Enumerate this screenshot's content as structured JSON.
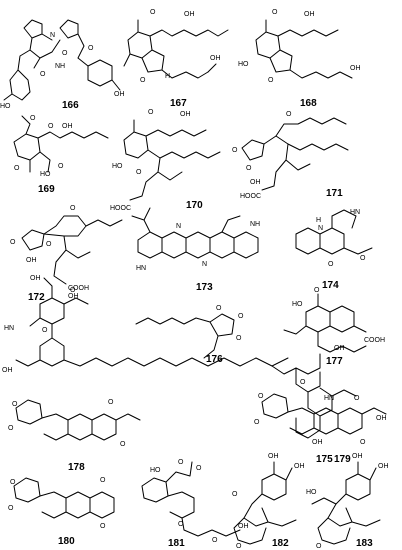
{
  "compounds": [
    {
      "id": "166",
      "label": "166"
    },
    {
      "id": "167",
      "label": "167"
    },
    {
      "id": "168",
      "label": "168"
    },
    {
      "id": "169",
      "label": "169"
    },
    {
      "id": "170",
      "label": "170"
    },
    {
      "id": "171",
      "label": "171"
    },
    {
      "id": "172",
      "label": "172"
    },
    {
      "id": "173",
      "label": "173"
    },
    {
      "id": "174",
      "label": "174"
    },
    {
      "id": "176",
      "label": "176"
    },
    {
      "id": "177",
      "label": "177"
    },
    {
      "id": "175",
      "label": "175"
    },
    {
      "id": "178",
      "label": "178"
    },
    {
      "id": "179",
      "label": "179"
    },
    {
      "id": "180",
      "label": "180"
    },
    {
      "id": "181",
      "label": "181"
    },
    {
      "id": "182",
      "label": "182"
    },
    {
      "id": "183",
      "label": "183"
    }
  ],
  "atoms": {
    "o": "O",
    "oh": "OH",
    "ho": "HO",
    "n": "N",
    "h": "H",
    "nh": "NH",
    "hn": "HN",
    "cooh": "COOH",
    "hooc": "HOOC",
    "hno": "HN"
  }
}
